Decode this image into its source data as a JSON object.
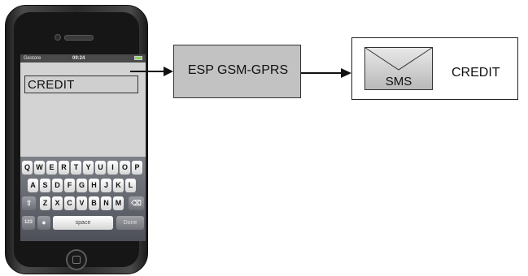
{
  "phone": {
    "status": {
      "carrier": "Gestore",
      "time": "09:24"
    },
    "message_text": "CREDIT",
    "keyboard": {
      "row1": [
        "Q",
        "W",
        "E",
        "R",
        "T",
        "Y",
        "U",
        "I",
        "O",
        "P"
      ],
      "row2": [
        "A",
        "S",
        "D",
        "F",
        "G",
        "H",
        "J",
        "K",
        "L"
      ],
      "row3": [
        "Z",
        "X",
        "C",
        "V",
        "B",
        "N",
        "M"
      ],
      "numbers_key": "123",
      "space_key": "space",
      "done_key": "Done"
    }
  },
  "module": {
    "label": "ESP GSM-GPRS"
  },
  "sms": {
    "envelope_label": "SMS",
    "message": "CREDIT"
  }
}
